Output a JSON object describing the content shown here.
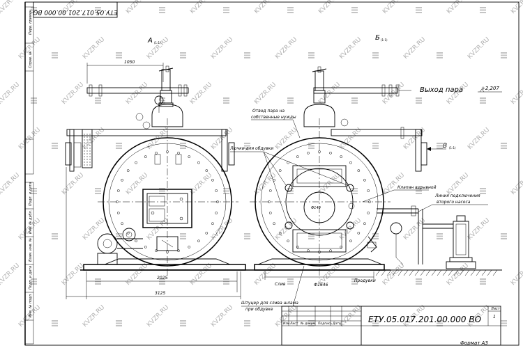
{
  "drawing": {
    "designation": "ЕТУ.05.017.201.00.000  ВО",
    "designation_mirrored": "ЕТУ.05.017.201.00.000  ВО",
    "format": "Формат  А3",
    "sheet_label": "Лист",
    "sheet_number": "1"
  },
  "views": {
    "left_label": "А",
    "left_scale": "(1:1)",
    "right_label": "Б",
    "right_scale": "(1:1)",
    "b_label": "В",
    "b_scale": "(1:1)"
  },
  "annotations": {
    "steam_output": "Выход пара",
    "level": "+2,207",
    "steam_outlet_own_needs": [
      "Отвод пара на",
      "собственные нужды"
    ],
    "blowdown_hatches": "Лючки для обдувки",
    "explosion_valve": "Клапан взрывной",
    "second_pump_line": [
      "Линия подключения",
      "второго насоса"
    ],
    "blowdown": "Продувки",
    "sludge_drain": [
      "Штуцер для слива шлама",
      "при обдувке"
    ],
    "drain": "Слив",
    "inner_dia": "Ф140",
    "outer_dia": "Ф1646"
  },
  "dimensions": {
    "top_width": "1050",
    "base_width": "2025",
    "overall_width": "3125"
  },
  "title_block": {
    "columns": [
      "Изм",
      "Лист",
      "№ докум.",
      "Подпись",
      "Дата"
    ]
  },
  "side_stamps": [
    "Перв. примен.",
    "Справ. №",
    "Подп. и дата",
    "Инв. № дубл.",
    "Взам. инв. №",
    "Подп. и дата",
    "Инв. № подл."
  ],
  "watermark": "KVZR.RU"
}
